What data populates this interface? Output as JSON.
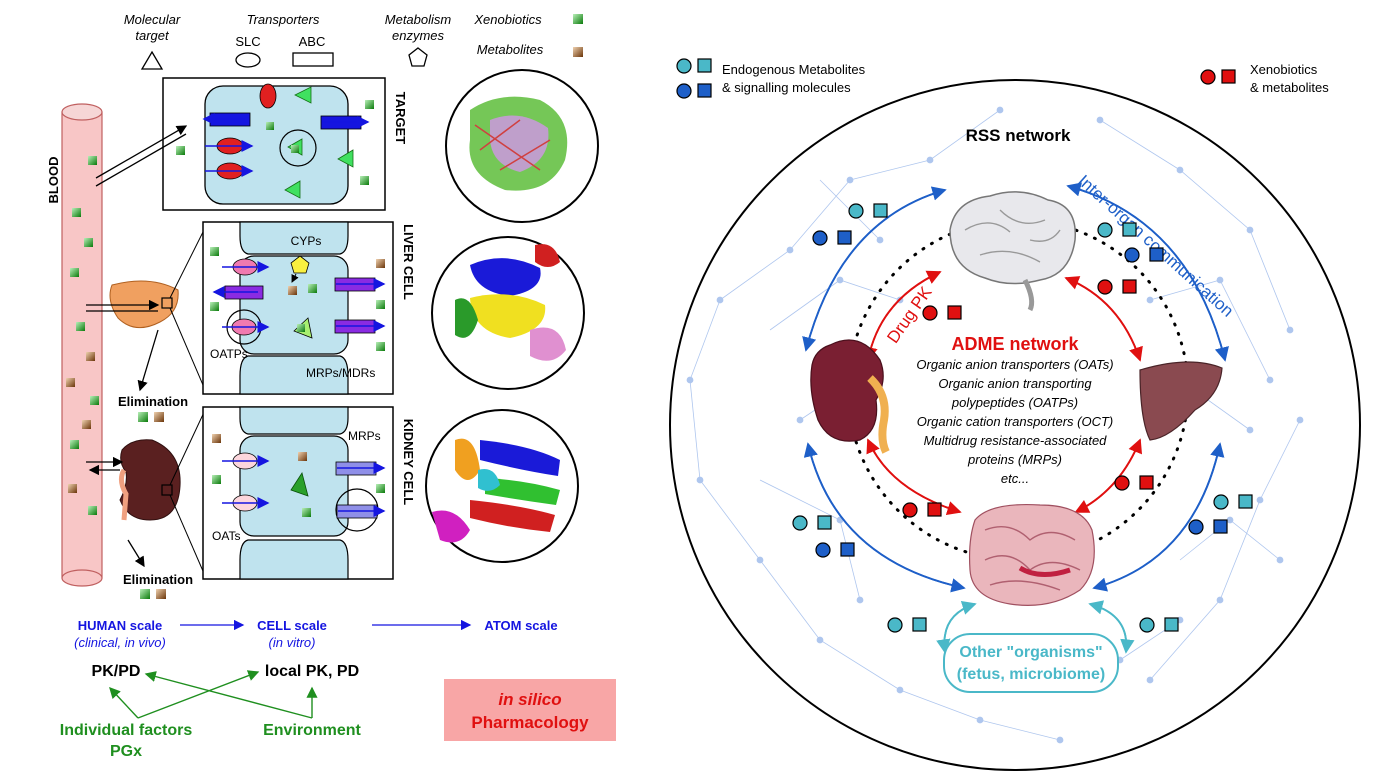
{
  "legend": {
    "molecular_target": [
      "Molecular",
      "target"
    ],
    "transporters": "Transporters",
    "slc": "SLC",
    "abc": "ABC",
    "metabolism_enzymes": [
      "Metabolism",
      "enzymes"
    ],
    "xenobiotics": "Xenobiotics",
    "metabolites": "Metabolites"
  },
  "left": {
    "blood": "BLOOD",
    "target": "TARGET",
    "liver_cell": "LIVER CELL",
    "kidney_cell": "KIDNEY CELL",
    "cyps": "CYPs",
    "oatps": "OATPs",
    "mrps_mdrs": "MRPs/MDRs",
    "mrps": "MRPs",
    "oats": "OATs",
    "elimination_1": "Elimination",
    "elimination_2": "Elimination",
    "human_scale": "HUMAN scale",
    "human_scale_sub": "(clinical, in vivo)",
    "cell_scale": "CELL scale",
    "cell_scale_sub": "(in vitro)",
    "atom_scale": "ATOM scale",
    "pkpd": "PK/PD",
    "local_pk": "local PK, PD",
    "individual": "Individual factors",
    "pgx": "PGx",
    "environment": "Environment",
    "insilico_1": "in silico",
    "insilico_2": "Pharmacology"
  },
  "right": {
    "endogenous_1": "Endogenous Metabolites",
    "endogenous_2": "& signalling molecules",
    "xeno_1": "Xenobiotics",
    "xeno_2": "& metabolites",
    "rss": "RSS network",
    "inter_organ": "Inter-organ communication",
    "drug_pk": "Drug PK",
    "adme": "ADME network",
    "adme_lines": [
      "Organic anion transporters (OATs)",
      "Organic anion transporting",
      "polypeptides (OATPs)",
      "Organic cation transporters (OCT)",
      "Multidrug resistance-associated",
      "proteins (MRPs)",
      "etc..."
    ],
    "other_1": "Other \"organisms\"",
    "other_2": "(fetus, microbiome)"
  },
  "colors": {
    "blue_text": "#1515e0",
    "green_text": "#1f8f1f",
    "red_text": "#e01010",
    "cell_fill": "#bfe3ee",
    "blood_fill": "#f8c6c6",
    "network_blue": "#1e5fc8",
    "cyan": "#4ab8c8",
    "insilico_bg": "#f8a6a6"
  }
}
